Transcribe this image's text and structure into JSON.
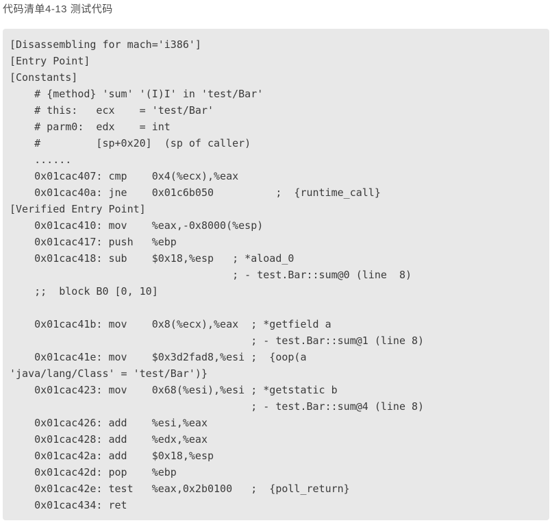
{
  "title": "代码清单4-13 测试代码",
  "colors": {
    "page_background": "#ffffff",
    "code_background": "#e8e8e8",
    "code_text": "#3a3a3a",
    "title_text": "#4d4d4d"
  },
  "code_block": {
    "language": "x86-assembly-disassembly",
    "lines": [
      "[Disassembling for mach='i386']",
      "[Entry Point]",
      "[Constants]",
      "    # {method} 'sum' '(I)I' in 'test/Bar'",
      "    # this:   ecx    = 'test/Bar'",
      "    # parm0:  edx    = int",
      "    #         [sp+0x20]  (sp of caller)",
      "    ......",
      "    0x01cac407: cmp    0x4(%ecx),%eax",
      "    0x01cac40a: jne    0x01c6b050          ;  {runtime_call}",
      "[Verified Entry Point]",
      "    0x01cac410: mov    %eax,-0x8000(%esp)",
      "    0x01cac417: push   %ebp",
      "    0x01cac418: sub    $0x18,%esp   ; *aload_0",
      "                                    ; - test.Bar::sum@0 (line  8)",
      "    ;;  block B0 [0, 10]",
      "",
      "    0x01cac41b: mov    0x8(%ecx),%eax  ; *getfield a",
      "                                       ; - test.Bar::sum@1 (line 8)",
      "    0x01cac41e: mov    $0x3d2fad8,%esi ;  {oop(a",
      "'java/lang/Class' = 'test/Bar')}",
      "    0x01cac423: mov    0x68(%esi),%esi ; *getstatic b",
      "                                       ; - test.Bar::sum@4 (line 8)",
      "    0x01cac426: add    %esi,%eax",
      "    0x01cac428: add    %edx,%eax",
      "    0x01cac42a: add    $0x18,%esp",
      "    0x01cac42d: pop    %ebp",
      "    0x01cac42e: test   %eax,0x2b0100   ;  {poll_return}",
      "    0x01cac434: ret"
    ]
  }
}
